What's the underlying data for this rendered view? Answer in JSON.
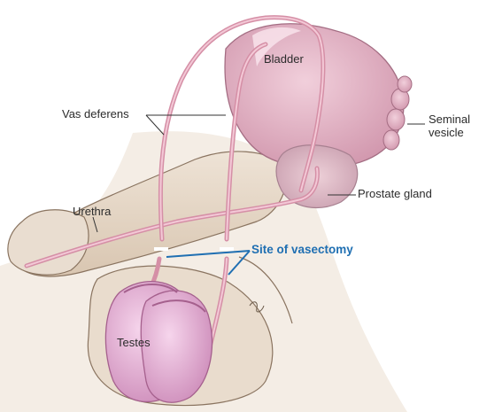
{
  "labels": {
    "bladder": "Bladder",
    "vas_deferens": "Vas deferens",
    "seminal_vesicle_line1": "Seminal",
    "seminal_vesicle_line2": "vesicle",
    "prostate_gland": "Prostate gland",
    "urethra": "Urethra",
    "site_of_vasectomy": "Site of vasectomy",
    "testes": "Testes"
  },
  "colors": {
    "accent": "#1f6fb2",
    "label_text": "#2b2b2b",
    "organ_pink": "#e6b4c6",
    "skin_tan": "#e7d9c9"
  }
}
